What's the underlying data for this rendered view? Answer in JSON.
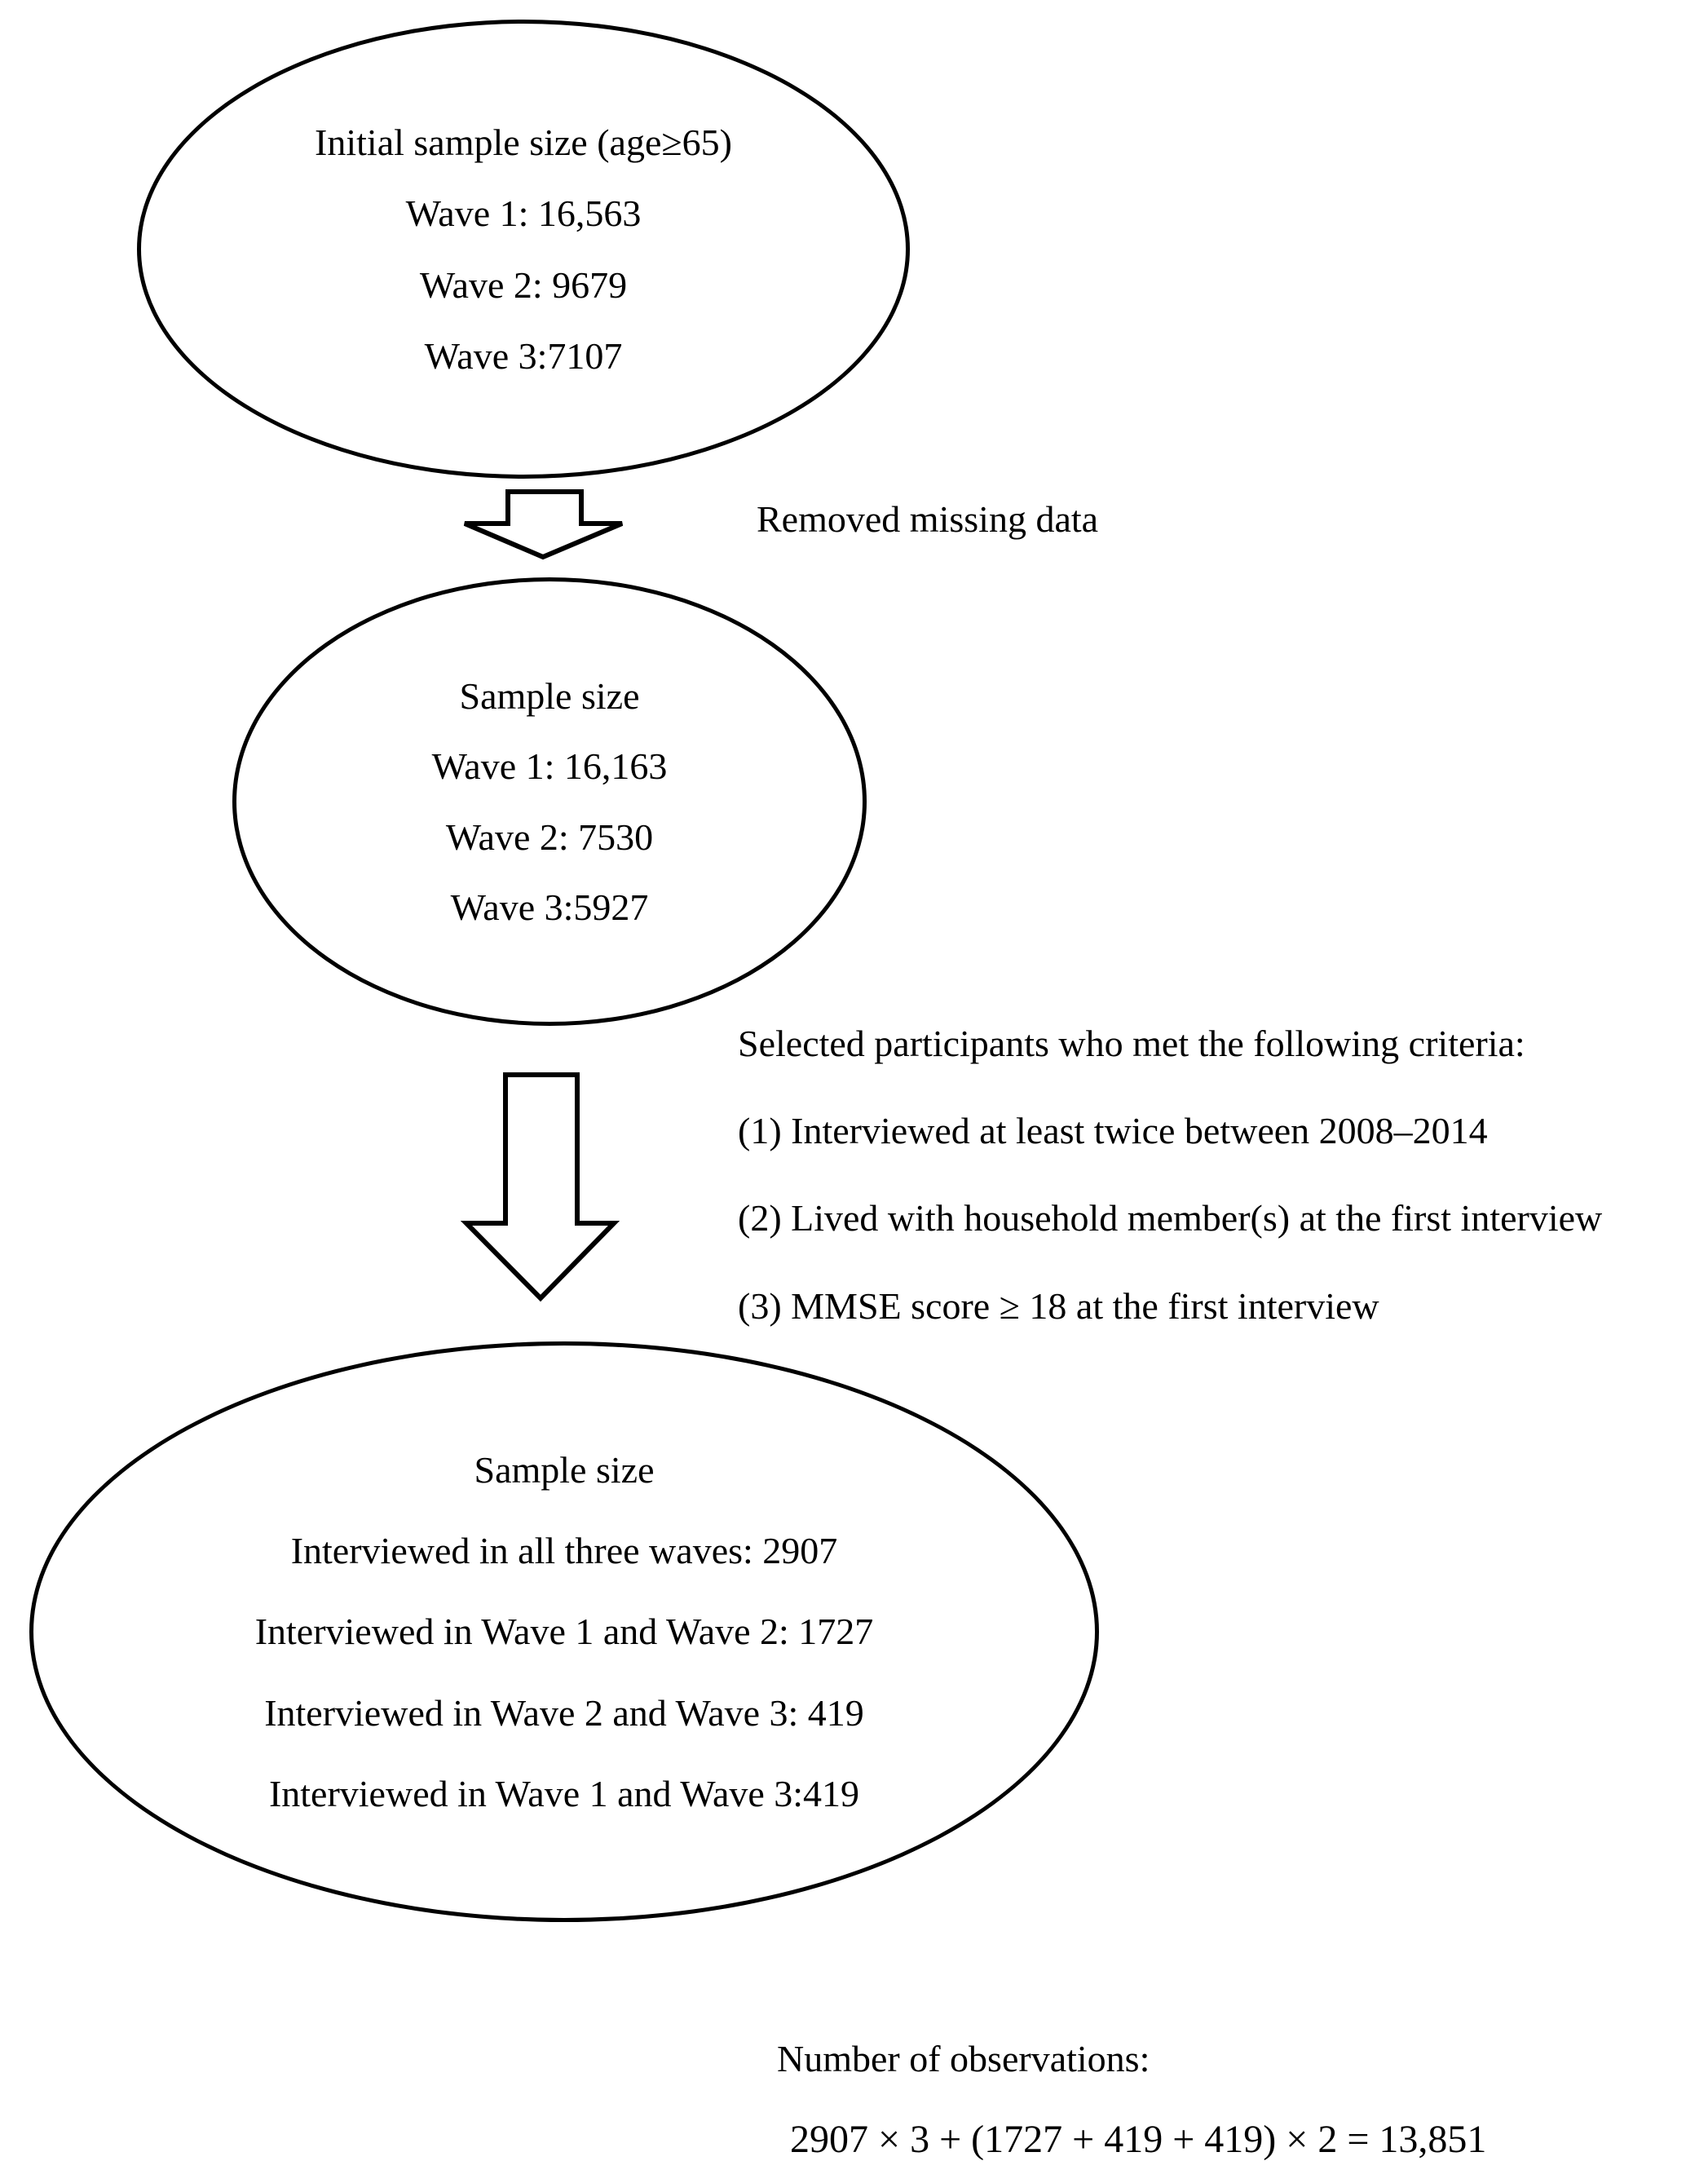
{
  "flowchart": {
    "colors": {
      "ink": "#000000",
      "background": "#ffffff"
    },
    "initial_node": {
      "lines": [
        "Initial sample size (age≥65)",
        "Wave 1: 16,563",
        "Wave 2: 9679",
        "Wave 3:7107"
      ]
    },
    "removed_label": "Removed missing data",
    "after_missing_node": {
      "lines": [
        "Sample size",
        "Wave 1: 16,163",
        "Wave 2: 7530",
        "Wave 3:5927"
      ]
    },
    "criteria": [
      "Selected participants who met the following criteria:",
      "(1) Interviewed at least twice between 2008–2014",
      "(2) Lived with household member(s) at the first interview",
      "(3) MMSE score ≥ 18 at the first interview"
    ],
    "final_node": {
      "lines": [
        "Sample size",
        "Interviewed in all three waves: 2907",
        "Interviewed in Wave 1 and Wave 2: 1727",
        "Interviewed in Wave 2 and Wave 3: 419",
        "Interviewed in Wave 1 and Wave 3:419"
      ]
    },
    "observations": {
      "label": "Number of observations:",
      "formula": "2907 × 3 + (1727 + 419 + 419) × 2 = 13,851"
    },
    "icons": {
      "down_arrow": "down-arrow"
    }
  }
}
